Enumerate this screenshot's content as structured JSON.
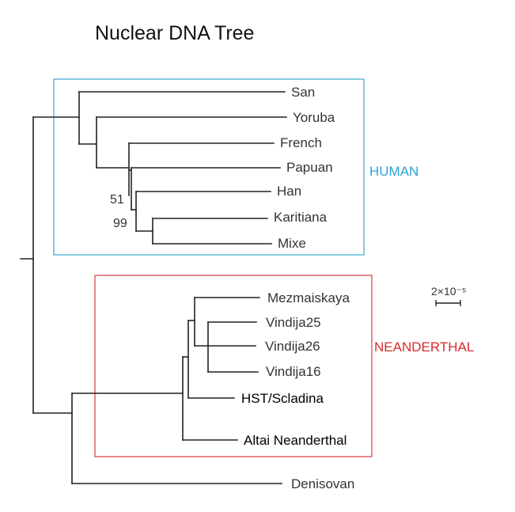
{
  "title": "Nuclear DNA Tree",
  "groups": {
    "human": "HUMAN",
    "neanderthal": "NEANDERTHAL"
  },
  "leaves": {
    "san": "San",
    "yoruba": "Yoruba",
    "french": "French",
    "papuan": "Papuan",
    "han": "Han",
    "karitiana": "Karitiana",
    "mixe": "Mixe",
    "mezmaiskaya": "Mezmaiskaya",
    "vindija25": "Vindija25",
    "vindija26": "Vindija26",
    "vindija16": "Vindija16",
    "hst": "HST/Scladina",
    "altai": "Altai Neanderthal",
    "denisovan": "Denisovan"
  },
  "support_values": {
    "node_51": "51",
    "node_99": "99"
  },
  "scale": {
    "label": "2×10⁻⁵"
  },
  "colors": {
    "human": "#2aa3d6",
    "neanderthal": "#d92b2b",
    "branch": "#222222"
  }
}
